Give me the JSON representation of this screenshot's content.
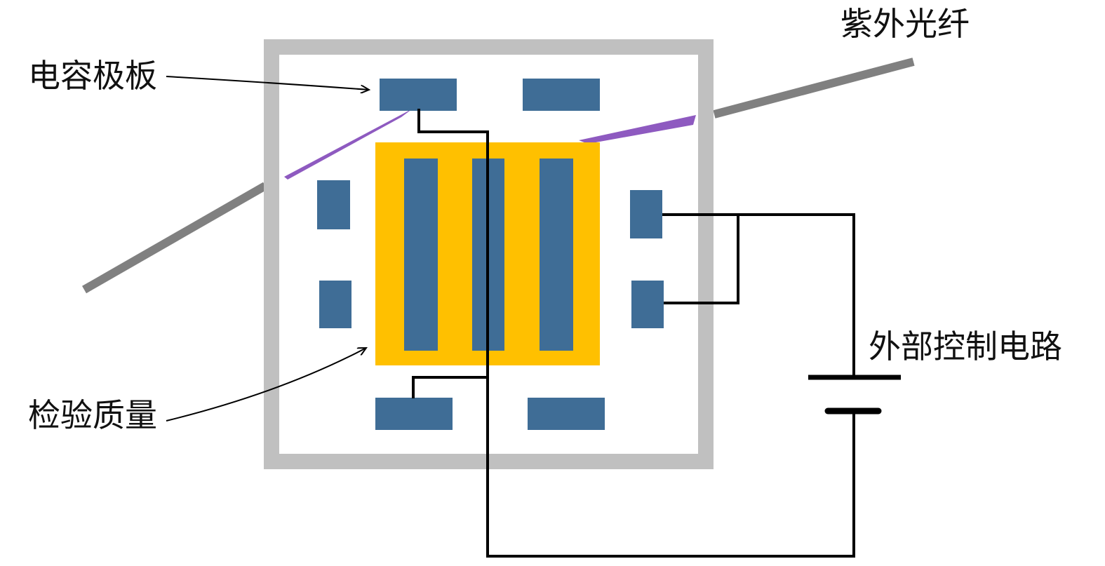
{
  "labels": {
    "uv_fiber": "紫外光纤",
    "capacitor_plate": "电容极板",
    "proof_mass": "检验质量",
    "external_circuit": "外部控制电路"
  },
  "colors": {
    "frame": "#c0c0c0",
    "plate": "#3f6d96",
    "proof_mass": "#ffc000",
    "fiber": "#808080",
    "uv_light": "#8e5ac0",
    "wire": "#000000"
  }
}
